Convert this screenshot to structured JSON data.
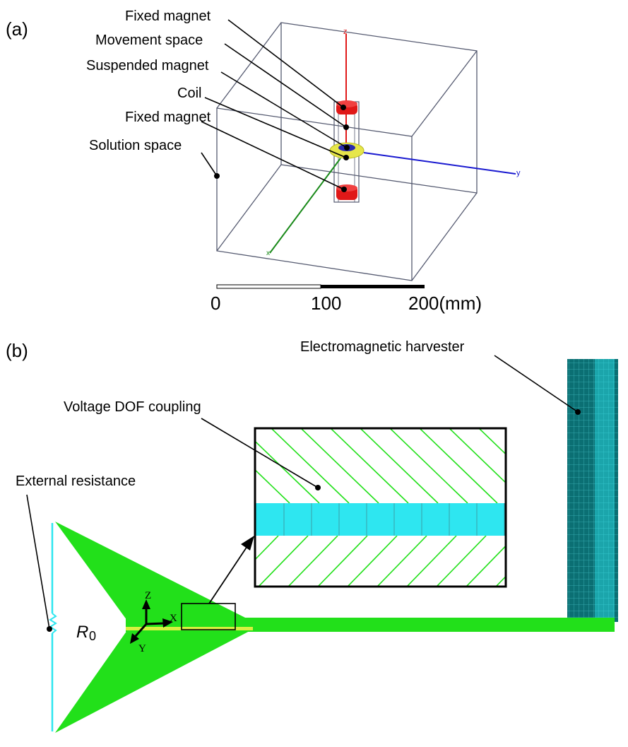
{
  "panel_a": {
    "tag": "(a)",
    "labels": [
      "Fixed magnet",
      "Movement space",
      "Suspended magnet",
      "Coil",
      "Fixed magnet",
      "Solution space"
    ],
    "axes": {
      "z": "z",
      "y": "y",
      "x": "x"
    },
    "scale_bar": {
      "ticks": [
        "0",
        "100",
        "200(mm)"
      ]
    }
  },
  "panel_b": {
    "tag": "(b)",
    "labels": {
      "harvester": "Electromagnetic harvester",
      "coupling": "Voltage DOF coupling",
      "resistance": "External resistance"
    },
    "resistor_symbol": "R",
    "resistor_subscript": "0",
    "axes": {
      "z": "Z",
      "x": "X",
      "y": "Y"
    }
  },
  "colors": {
    "mesh_green": "#22e01a",
    "cyan": "#2ee6f0",
    "harvester": "#0b6f73",
    "magnet": "#e01818",
    "coil": "#e6e64a"
  }
}
